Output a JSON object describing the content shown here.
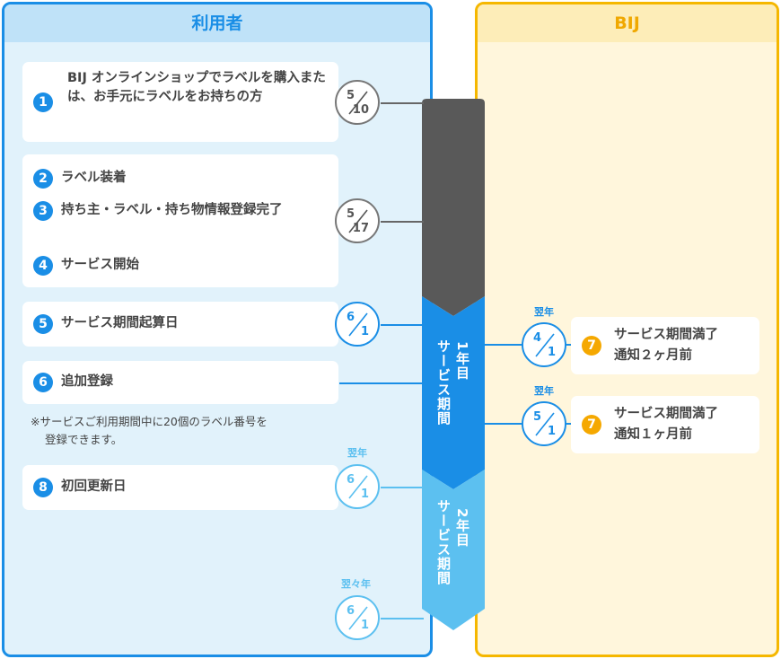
{
  "headers": {
    "user": "利用者",
    "bij": "BIJ"
  },
  "steps": [
    {
      "num": "1",
      "text": "BIJ オンラインショップでラベルを購入または、お手元にラベルをお持ちの方"
    },
    {
      "num": "2",
      "text": "ラベル装着"
    },
    {
      "num": "3",
      "text": "持ち主・ラベル・持ち物情報登録完了"
    },
    {
      "num": "4",
      "text": "サービス開始"
    },
    {
      "num": "5",
      "text": "サービス期間起算日"
    },
    {
      "num": "6",
      "text": "追加登録"
    },
    {
      "num": "8",
      "text": "初回更新日"
    }
  ],
  "note": {
    "line1": "※サービスご利用期間中に20個のラベル番号を",
    "line2": "登録できます。"
  },
  "dates": [
    {
      "month": "5",
      "day": "10"
    },
    {
      "month": "5",
      "day": "17"
    },
    {
      "month": "6",
      "day": "1"
    },
    {
      "month": "6",
      "day": "1",
      "tag": "翌年"
    },
    {
      "month": "6",
      "day": "1",
      "tag": "翌々年"
    },
    {
      "month": "4",
      "day": "1",
      "tag": "翌年"
    },
    {
      "month": "5",
      "day": "1",
      "tag": "翌年"
    }
  ],
  "bij_steps": [
    {
      "num": "7",
      "line1": "サービス期間満了",
      "line2": "通知２ヶ月前"
    },
    {
      "num": "7",
      "line1": "サービス期間満了",
      "line2": "通知１ヶ月前"
    }
  ],
  "timeline": {
    "year1_num": "1",
    "year1_label": "年目",
    "year1_sub": "サービス期間",
    "year2_num": "2",
    "year2_label": "年目",
    "year2_sub": "サービス期間",
    "colors": {
      "gray": "#595959",
      "blue": "#1a8ee6",
      "light": "#5cc0f0"
    }
  }
}
